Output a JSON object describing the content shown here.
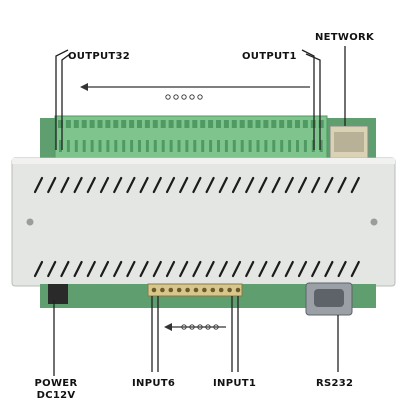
{
  "labels": {
    "network": "NETWORK",
    "output32": "OUTPUT32",
    "output1": "OUTPUT1",
    "power_line1": "POWER",
    "power_line2": "DC12V",
    "input6": "INPUT6",
    "input1": "INPUT1",
    "rs232": "RS232"
  },
  "colors": {
    "terminal_green": "#7fc48d",
    "terminal_dark": "#4f9a63",
    "pcb_green": "#5f9e6e",
    "enclosure": "#e4e6e3",
    "enclosure_edge": "#b9bcb8",
    "vent": "#1c1c1c",
    "leader": "#222222",
    "arrow": "#333333"
  }
}
